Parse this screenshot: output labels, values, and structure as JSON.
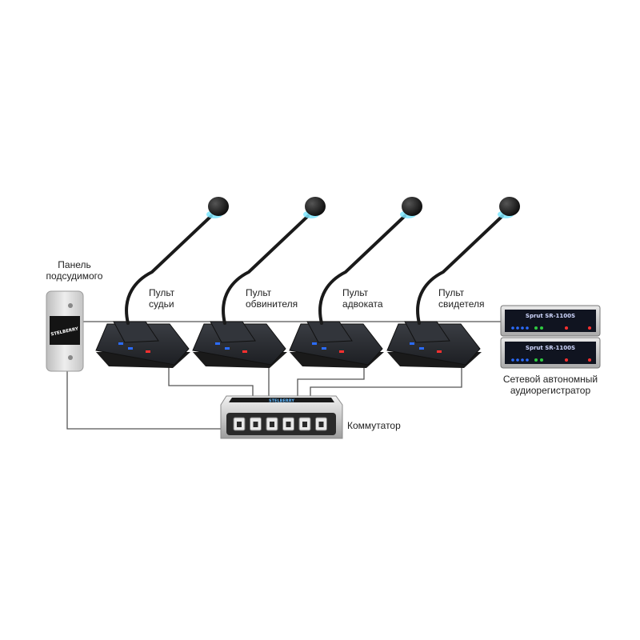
{
  "colors": {
    "wire": "#555555",
    "console_body": "#2b2d31",
    "mic_ring": "#7fe6ff",
    "led_blue": "#2b6cff",
    "led_green": "#2ecc40",
    "led_red": "#ff3030",
    "metal": "#d9d9d9"
  },
  "labels": {
    "panel": [
      "Панель",
      "подсудимого"
    ],
    "judge": [
      "Пульт",
      "судьи"
    ],
    "prosecutor": [
      "Пульт",
      "обвинителя"
    ],
    "lawyer": [
      "Пульт",
      "адвоката"
    ],
    "witness": [
      "Пульт",
      "свидетеля"
    ],
    "recorder": [
      "Сетевой автономный",
      "аудиорегистратор"
    ],
    "switch": "Коммутатор"
  },
  "branding": {
    "panel_logo": "STELBERRY",
    "switch_logo": "STELBERRY",
    "recorder_model_1": "Sprut SR-1100S",
    "recorder_model_2": "Sprut SR-1100S"
  },
  "devices": {
    "consoles": [
      {
        "id": "judge",
        "icon": "microphone-console-icon"
      },
      {
        "id": "prosecutor",
        "icon": "microphone-console-icon"
      },
      {
        "id": "lawyer",
        "icon": "microphone-console-icon"
      },
      {
        "id": "witness",
        "icon": "microphone-console-icon"
      }
    ],
    "switch_ports": 6,
    "recorder_units": 2
  }
}
